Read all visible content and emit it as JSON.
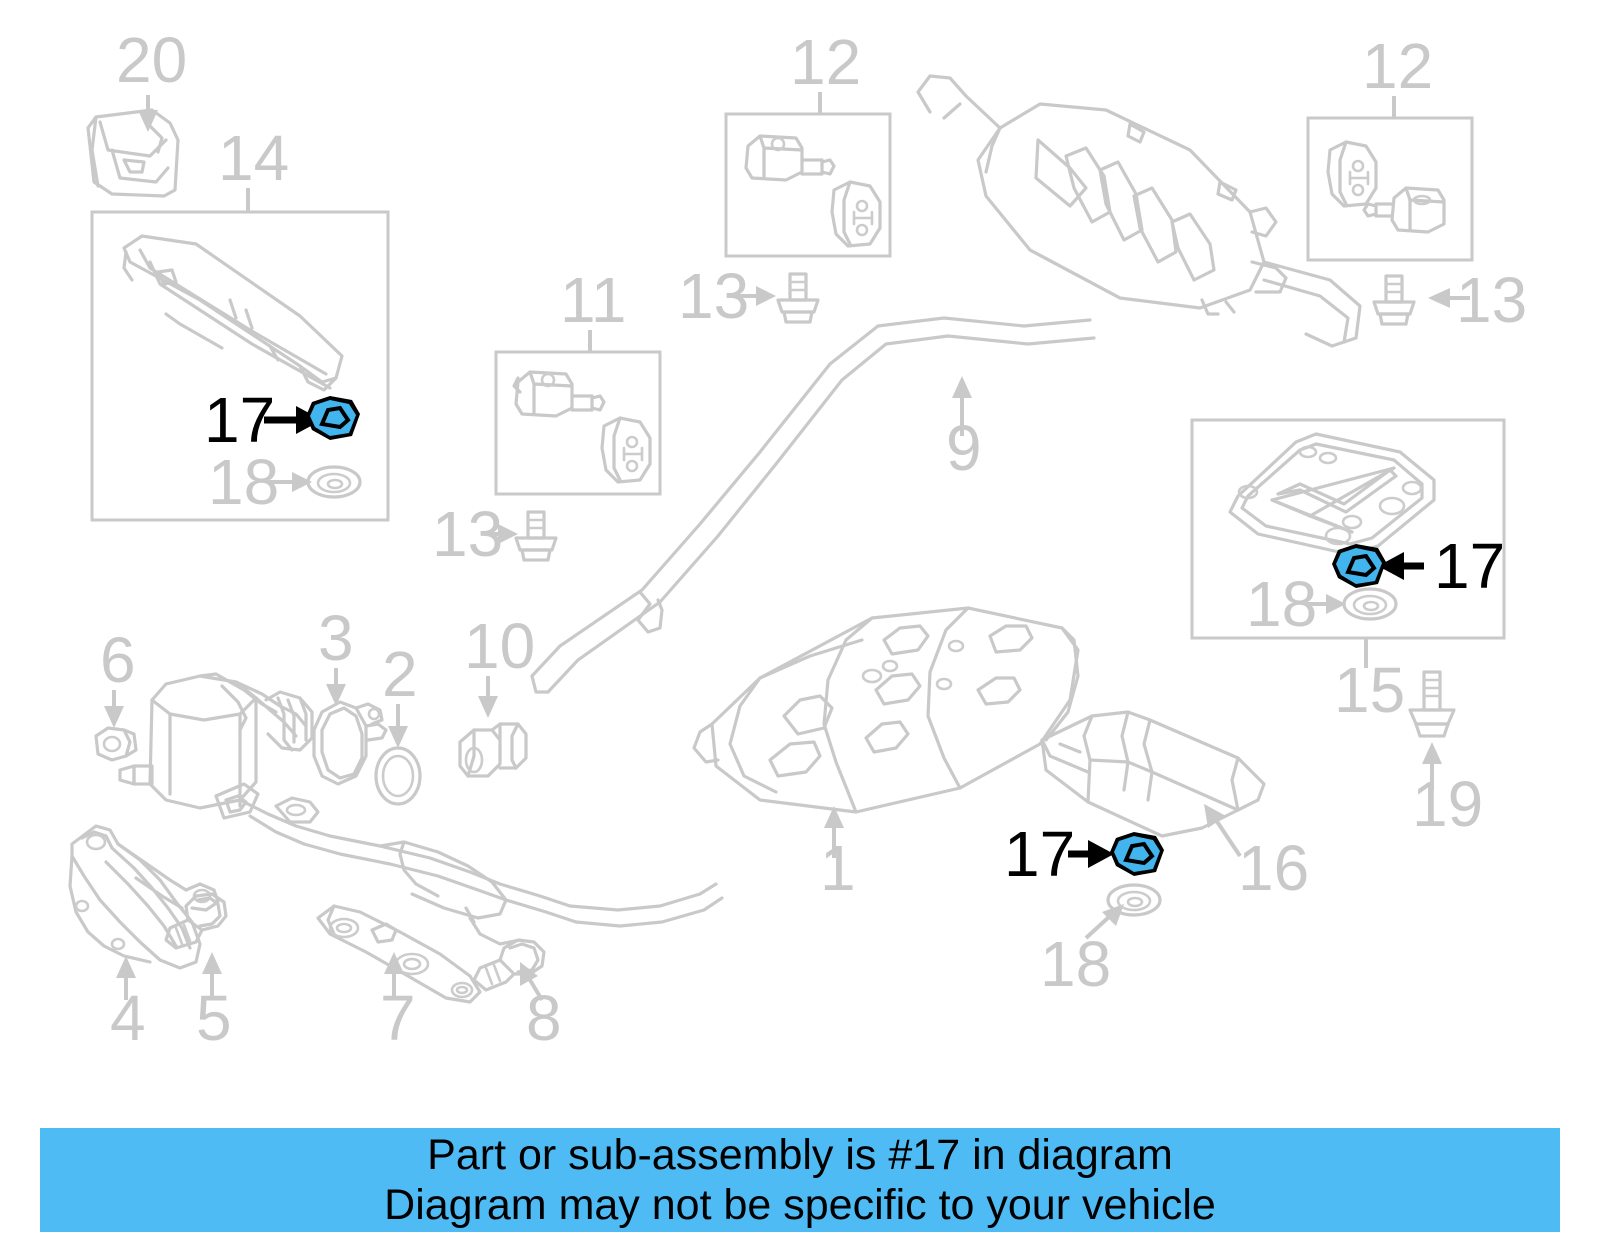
{
  "diagram": {
    "title": "Exhaust system exploded parts diagram",
    "highlight_color": "#43b5ee",
    "line_color": "#c9c9c9",
    "callouts": [
      {
        "id": "20",
        "label": "20",
        "highlighted": false
      },
      {
        "id": "14",
        "label": "14",
        "highlighted": false
      },
      {
        "id": "12a",
        "label": "12",
        "highlighted": false
      },
      {
        "id": "12b",
        "label": "12",
        "highlighted": false
      },
      {
        "id": "11",
        "label": "11",
        "highlighted": false
      },
      {
        "id": "13a",
        "label": "13",
        "highlighted": false
      },
      {
        "id": "13b",
        "label": "13",
        "highlighted": false
      },
      {
        "id": "13c",
        "label": "13",
        "highlighted": false
      },
      {
        "id": "9",
        "label": "9",
        "highlighted": false
      },
      {
        "id": "17a",
        "label": "17",
        "highlighted": true
      },
      {
        "id": "17b",
        "label": "17",
        "highlighted": true
      },
      {
        "id": "17c",
        "label": "17",
        "highlighted": true
      },
      {
        "id": "18a",
        "label": "18",
        "highlighted": false
      },
      {
        "id": "18b",
        "label": "18",
        "highlighted": false
      },
      {
        "id": "18c",
        "label": "18",
        "highlighted": false
      },
      {
        "id": "15",
        "label": "15",
        "highlighted": false
      },
      {
        "id": "16",
        "label": "16",
        "highlighted": false
      },
      {
        "id": "19",
        "label": "19",
        "highlighted": false
      },
      {
        "id": "6",
        "label": "6",
        "highlighted": false
      },
      {
        "id": "3",
        "label": "3",
        "highlighted": false
      },
      {
        "id": "2",
        "label": "2",
        "highlighted": false
      },
      {
        "id": "10",
        "label": "10",
        "highlighted": false
      },
      {
        "id": "1",
        "label": "1",
        "highlighted": false
      },
      {
        "id": "4",
        "label": "4",
        "highlighted": false
      },
      {
        "id": "5",
        "label": "5",
        "highlighted": false
      },
      {
        "id": "7",
        "label": "7",
        "highlighted": false
      },
      {
        "id": "8",
        "label": "8",
        "highlighted": false
      }
    ],
    "labels": {
      "n1": "1",
      "n2": "2",
      "n3": "3",
      "n4": "4",
      "n5": "5",
      "n6": "6",
      "n7": "7",
      "n8": "8",
      "n9": "9",
      "n10": "10",
      "n11": "11",
      "n12a": "12",
      "n12b": "12",
      "n13a": "13",
      "n13b": "13",
      "n13c": "13",
      "n14": "14",
      "n15": "15",
      "n16": "16",
      "n17a": "17",
      "n17b": "17",
      "n17c": "17",
      "n18a": "18",
      "n18b": "18",
      "n18c": "18",
      "n19": "19",
      "n20": "20"
    }
  },
  "banner": {
    "background": "#4fbbf4",
    "line1": "Part or sub-assembly is #17 in diagram",
    "line2": "Diagram may not be specific to your vehicle"
  }
}
